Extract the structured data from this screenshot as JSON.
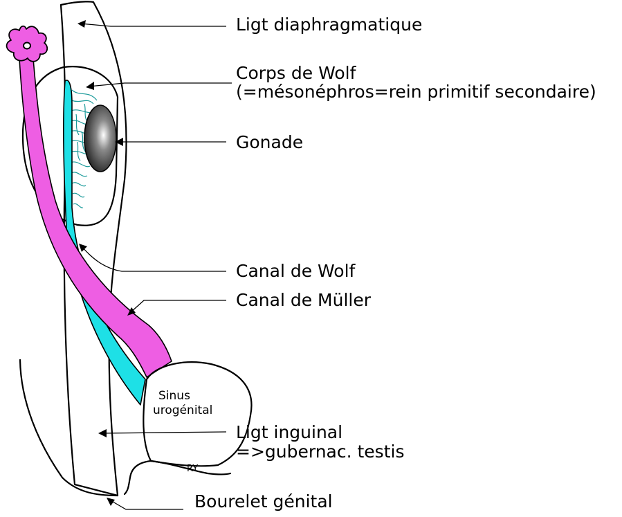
{
  "labels": {
    "ligament_diaphragmatique": "Ligt diaphragmatique",
    "corps_de_wolf": "Corps de Wolf",
    "corps_de_wolf_note": "(=mésonéphros=rein primitif secondaire)",
    "gonade": "Gonade",
    "canal_de_wolf": "Canal de Wolf",
    "canal_de_muller": "Canal de Müller",
    "sinus_line1": "Sinus",
    "sinus_line2": "urogénital",
    "ligament_inguinal": "Ligt inguinal",
    "ligament_inguinal_note": "=>gubernac. testis",
    "ry_mark": "RY",
    "bourrelet_genital": "Bourelet génital"
  },
  "colors": {
    "ligament_fill": "#c9c9c9",
    "canal_wolf": "#1ee0e6",
    "canal_muller": "#ee5ee3",
    "tubules": "#1b9a9a",
    "outline": "#000000",
    "background": "#ffffff"
  }
}
